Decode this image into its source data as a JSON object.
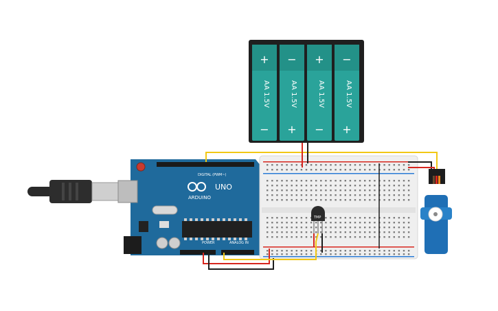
{
  "battery_pack": {
    "cells": [
      {
        "label": "AA 1.5V",
        "top_symbol": "+",
        "bottom_symbol": "−"
      },
      {
        "label": "AA 1.5V",
        "top_symbol": "−",
        "bottom_symbol": "+"
      },
      {
        "label": "AA 1.5V",
        "top_symbol": "+",
        "bottom_symbol": "−"
      },
      {
        "label": "AA 1.5V",
        "top_symbol": "−",
        "bottom_symbol": "+"
      }
    ],
    "cell_color": "#2aa39a",
    "pack_color": "#1f1f1f"
  },
  "arduino": {
    "brand": "ARDUINO",
    "model": "UNO",
    "digital_label": "DIGITAL (PWM~)",
    "power_label": "POWER",
    "analog_label": "ANALOG IN",
    "board_color": "#1f6a9c"
  },
  "sensor": {
    "label": "TMP"
  },
  "wire_colors": {
    "red": "#d7261e",
    "black": "#1d1d1d",
    "yellow": "#f2c814"
  },
  "breadboard": {
    "color": "#efefef"
  },
  "servo": {
    "color": "#1f6fb5"
  }
}
